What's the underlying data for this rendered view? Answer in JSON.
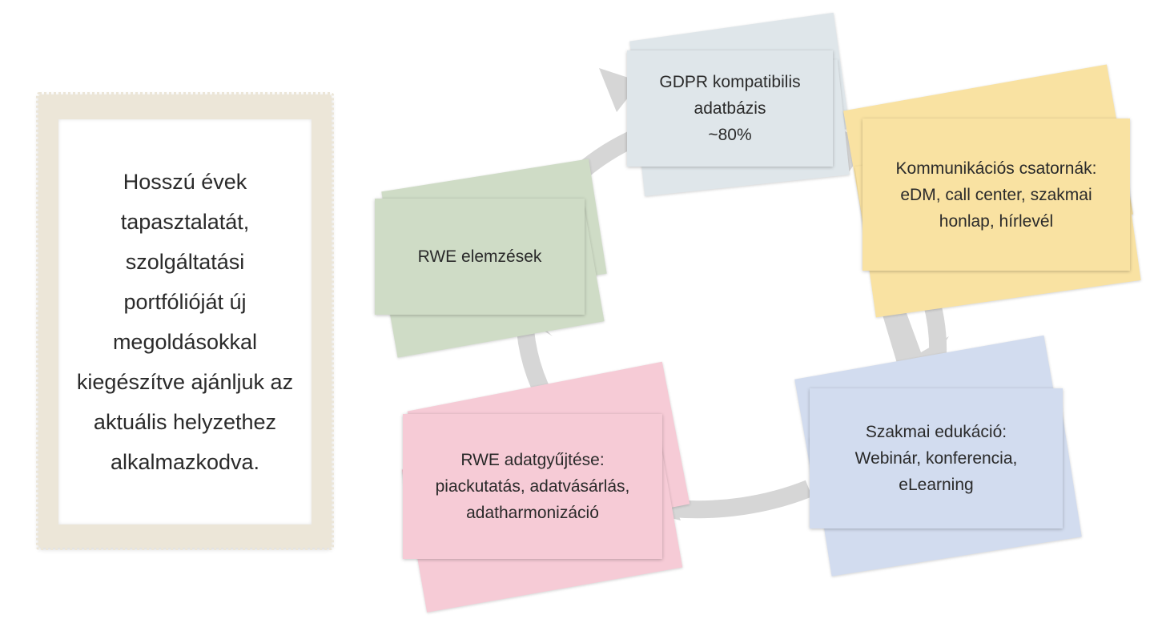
{
  "frame": {
    "text": "Hosszú évek\ntapasztalatát,\nszolgáltatási\nportfólióját új\nmegoldásokkal\nkiegészítve ajánljuk az\naktuális helyzethez\nalkalmazkodva."
  },
  "cycle": {
    "arrow_color": "#d6d6d6"
  },
  "cards": {
    "gdpr": {
      "text": "GDPR kompatibilis\nadatbázis\n~80%",
      "color": "#dfe6ea"
    },
    "komm": {
      "text": "Kommunikációs csatornák:\neDM, call center, szakmai\nhonlap, hírlevél",
      "color": "#f9e2a2"
    },
    "edu": {
      "text": "Szakmai edukáció:\nWebinár, konferencia,\neLearning",
      "color": "#d2dcef"
    },
    "gyujt": {
      "text": "RWE adatgyűjtése:\npiackutatás, adatvásárlás,\nadatharmonizáció",
      "color": "#f6cbd6"
    },
    "elemz": {
      "text": "RWE elemzések",
      "color": "#cfdcc6"
    }
  }
}
